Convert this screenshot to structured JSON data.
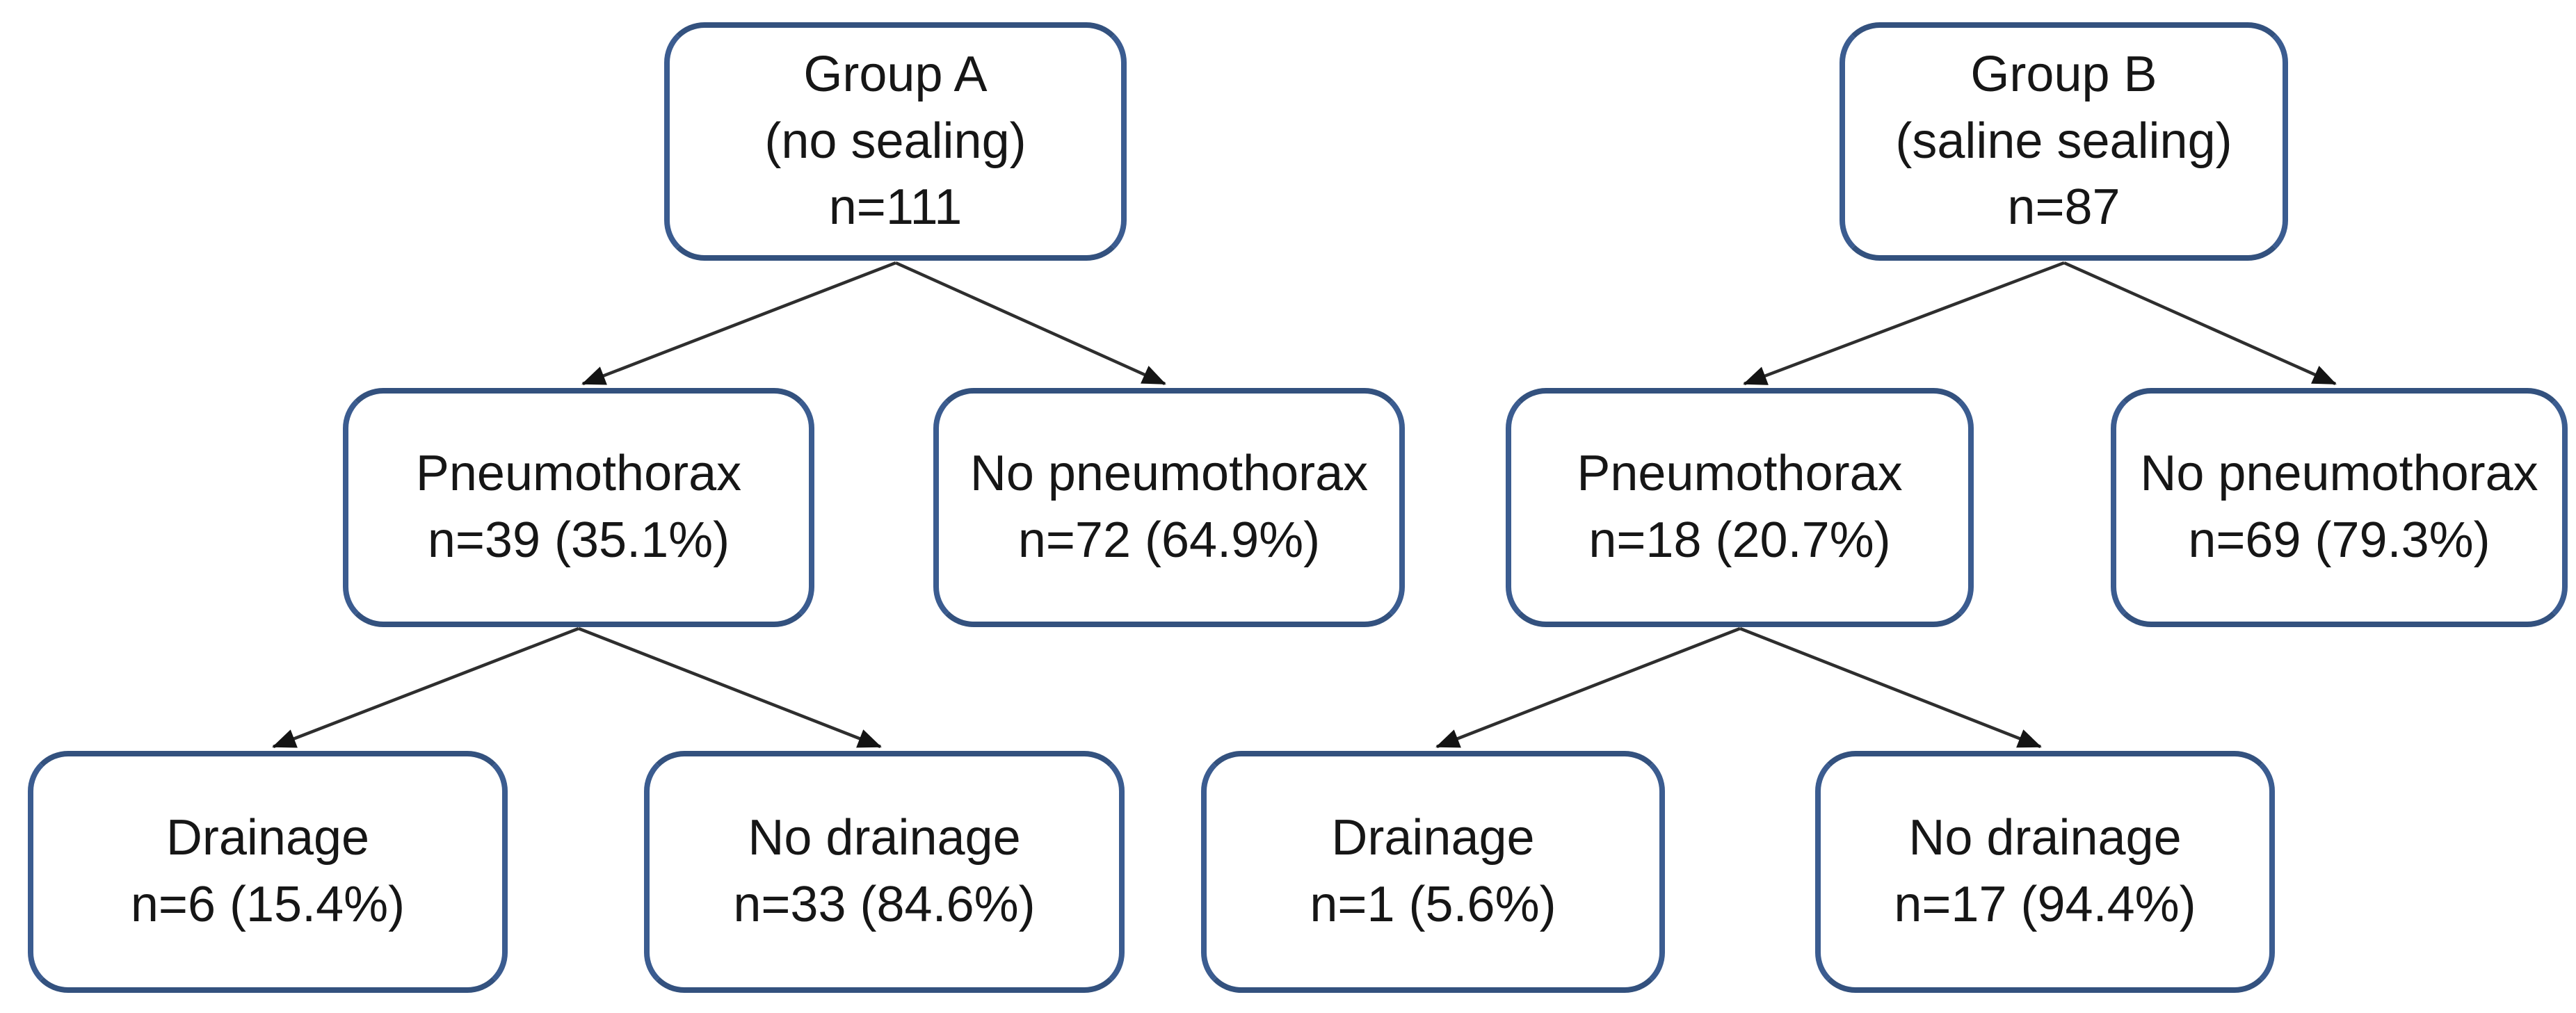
{
  "figure": {
    "type": "flow-diagram",
    "background_color": "#ffffff",
    "box_border_color": "#3b5c90",
    "connector_color": "#2e2e2e",
    "arrowhead_color": "#141414",
    "text_color": "#161616"
  },
  "nodes": {
    "group_a": {
      "line1": "Group A",
      "line2": "(no sealing)",
      "line3": "n=111"
    },
    "group_b": {
      "line1": "Group B",
      "line2": "(saline sealing)",
      "line3": "n=87"
    },
    "pneumothorax_a": {
      "line1": "Pneumothorax",
      "line2": "n=39 (35.1%)"
    },
    "no_pneumothorax_a": {
      "line1": "No pneumothorax",
      "line2": "n=72 (64.9%)"
    },
    "pneumothorax_b": {
      "line1": "Pneumothorax",
      "line2": "n=18 (20.7%)"
    },
    "no_pneumothorax_b": {
      "line1": "No pneumothorax",
      "line2": "n=69 (79.3%)"
    },
    "drainage_a": {
      "line1": "Drainage",
      "line2": "n=6 (15.4%)"
    },
    "no_drainage_a": {
      "line1": "No drainage",
      "line2": "n=33 (84.6%)"
    },
    "drainage_b": {
      "line1": "Drainage",
      "line2": "n=1 (5.6%)"
    },
    "no_drainage_b": {
      "line1": "No drainage",
      "line2": "n=17 (94.4%)"
    }
  },
  "edges": [
    {
      "from": "group_a",
      "to": "pneumothorax_a"
    },
    {
      "from": "group_a",
      "to": "no_pneumothorax_a"
    },
    {
      "from": "group_b",
      "to": "pneumothorax_b"
    },
    {
      "from": "group_b",
      "to": "no_pneumothorax_b"
    },
    {
      "from": "pneumothorax_a",
      "to": "drainage_a"
    },
    {
      "from": "pneumothorax_a",
      "to": "no_drainage_a"
    },
    {
      "from": "pneumothorax_b",
      "to": "drainage_b"
    },
    {
      "from": "pneumothorax_b",
      "to": "no_drainage_b"
    }
  ]
}
